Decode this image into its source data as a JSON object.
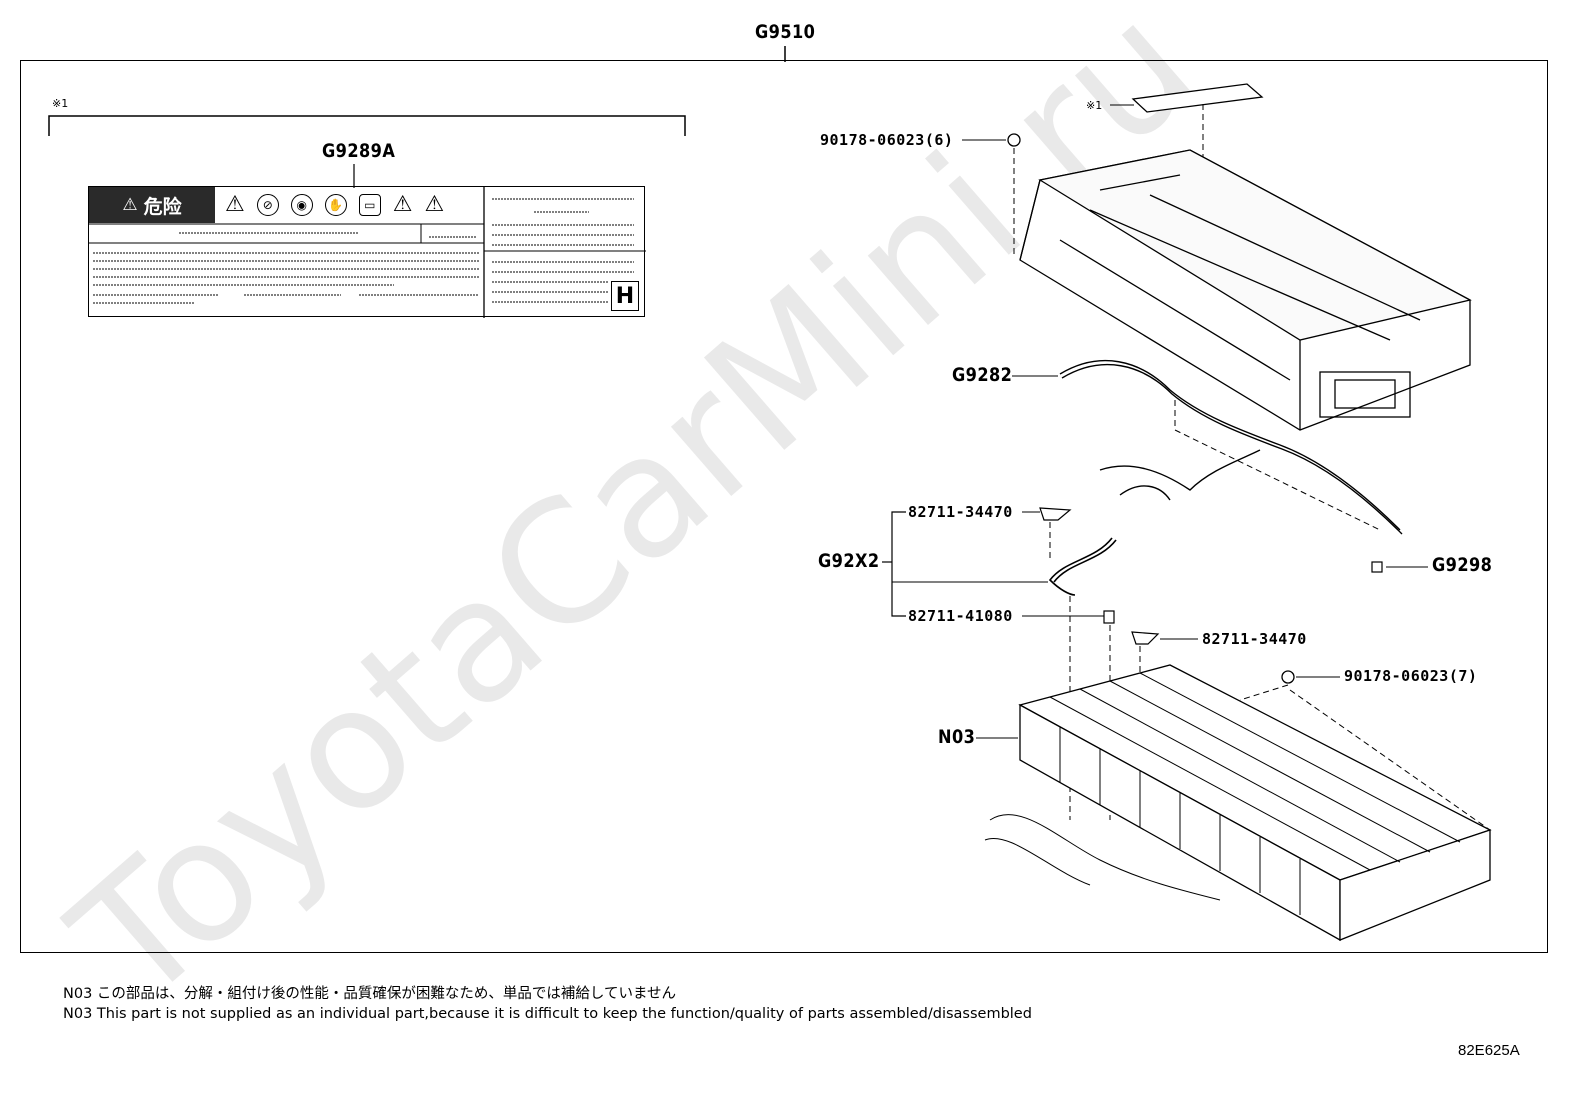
{
  "diagram": {
    "assembly_code": "G9510",
    "ref_mark_left": "※1",
    "ref_mark_right": "※1",
    "label_part": "G9289A",
    "label_danger_text": "危险",
    "label_h_mark": "H",
    "parts": {
      "nut_upper": "90178-06023(6)",
      "harness_upper": "G9282",
      "clamp_a": "82711-34470",
      "group": "G92X2",
      "clamp_b": "82711-41080",
      "clamp_c": "82711-34470",
      "sensor": "G9298",
      "nut_lower": "90178-06023(7)",
      "battery_stack": "N03"
    },
    "notes": {
      "jp": "N03 この部品は、分解・組付け後の性能・品質確保が困難なため、単品では補給していません",
      "en": "N03 This part is not supplied as an  individual part,because it is difficult to keep the function/quality of parts assembled/disassembled"
    },
    "illustration_code": "82E625A",
    "watermark": "ToyotaCarMini.ru"
  }
}
